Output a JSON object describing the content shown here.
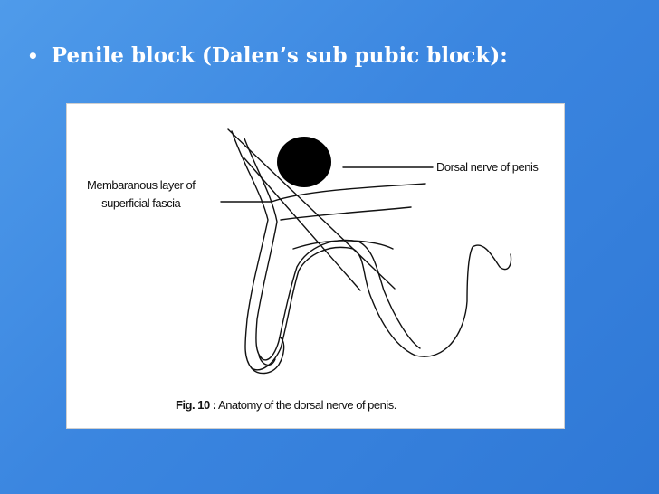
{
  "slide": {
    "bullet": "Penile block (Dalen’s sub pubic block):"
  },
  "figure": {
    "labels": {
      "fascia_line1": "Membaranous layer of",
      "fascia_line2": "superficial fascia",
      "dorsal_nerve": "Dorsal nerve of penis"
    },
    "caption_prefix": "Fig. 10 :",
    "caption_text": " Anatomy of the dorsal nerve of penis."
  },
  "colors": {
    "background": "#3b86e0",
    "bullet_text": "#ffffff"
  }
}
